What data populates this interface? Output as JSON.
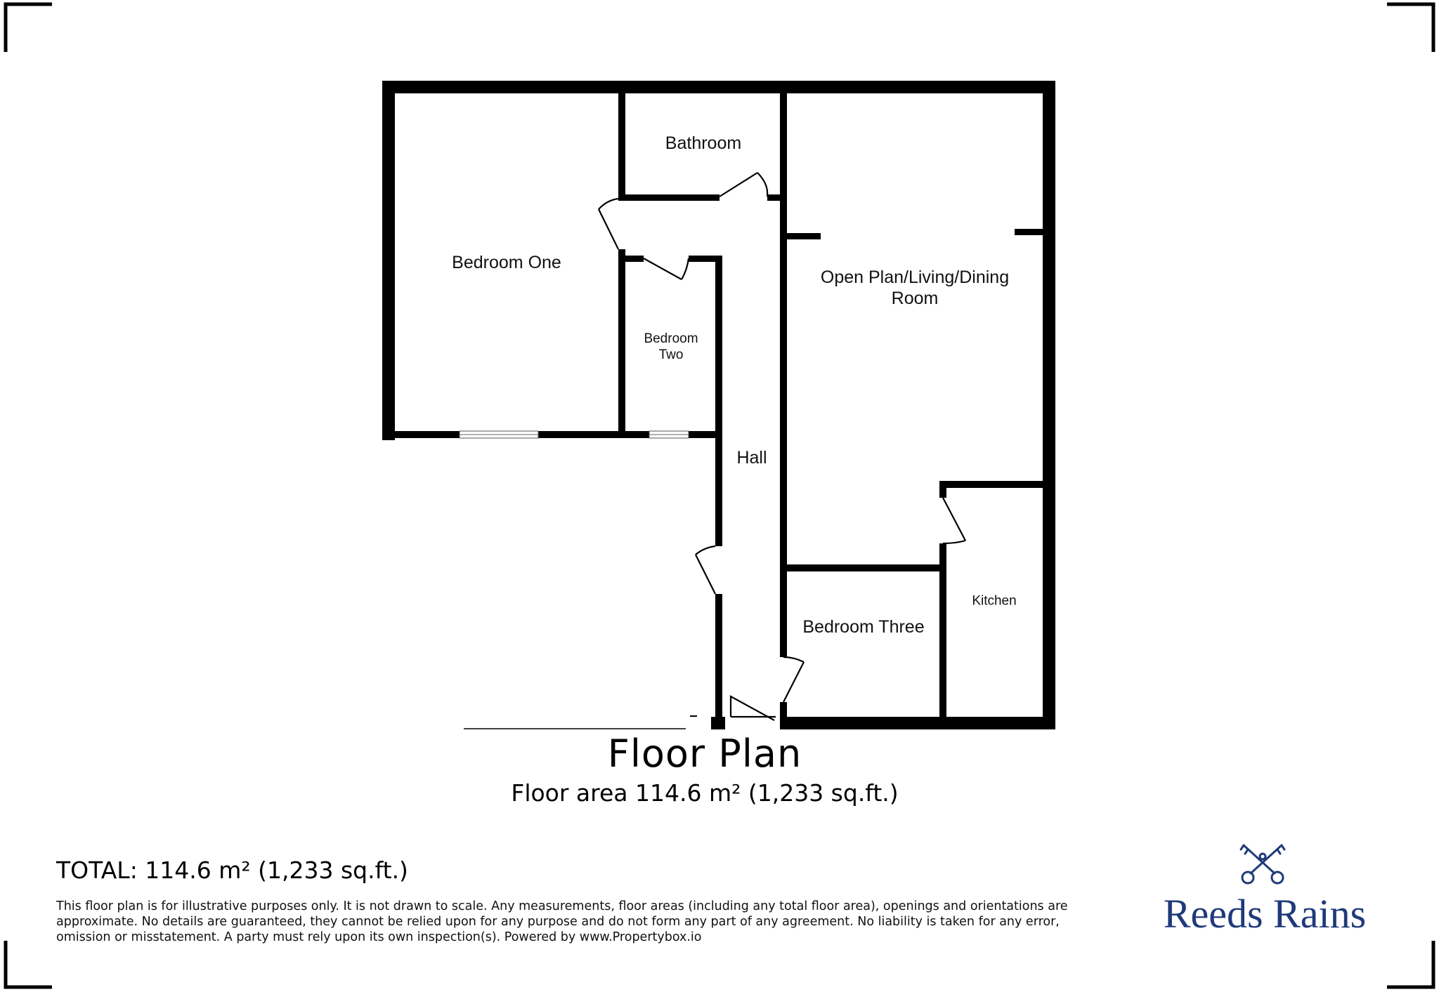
{
  "floorplan": {
    "rooms": [
      {
        "id": "bedroom-one",
        "label": "Bedroom One"
      },
      {
        "id": "bathroom",
        "label": "Bathroom"
      },
      {
        "id": "bedroom-two",
        "label_line1": "Bedroom",
        "label_line2": "Two"
      },
      {
        "id": "open-plan",
        "label_line1": "Open Plan/Living/Dining",
        "label_line2": "Room"
      },
      {
        "id": "hall",
        "label": "Hall"
      },
      {
        "id": "kitchen",
        "label": "Kitchen"
      },
      {
        "id": "bedroom-three",
        "label": "Bedroom Three"
      }
    ]
  },
  "caption": {
    "title": "Floor Plan",
    "area": "Floor area 114.6 m² (1,233 sq.ft.)"
  },
  "footer": {
    "total": "TOTAL: 114.6 m² (1,233 sq.ft.)",
    "disclaimer": "This floor plan is for illustrative purposes only. It is not drawn to scale. Any measurements, floor areas (including any total floor area), openings and orientations are approximate. No details are guaranteed, they cannot be relied upon for any purpose and do not form any part of any agreement. No liability is taken for any error, omission or misstatement. A party must rely upon its own inspection(s). Powered by www.Propertybox.io",
    "brand": "Reeds Rains",
    "brand_color": "#1f3a7a"
  },
  "colors": {
    "wall": "#000000",
    "background": "#ffffff"
  }
}
